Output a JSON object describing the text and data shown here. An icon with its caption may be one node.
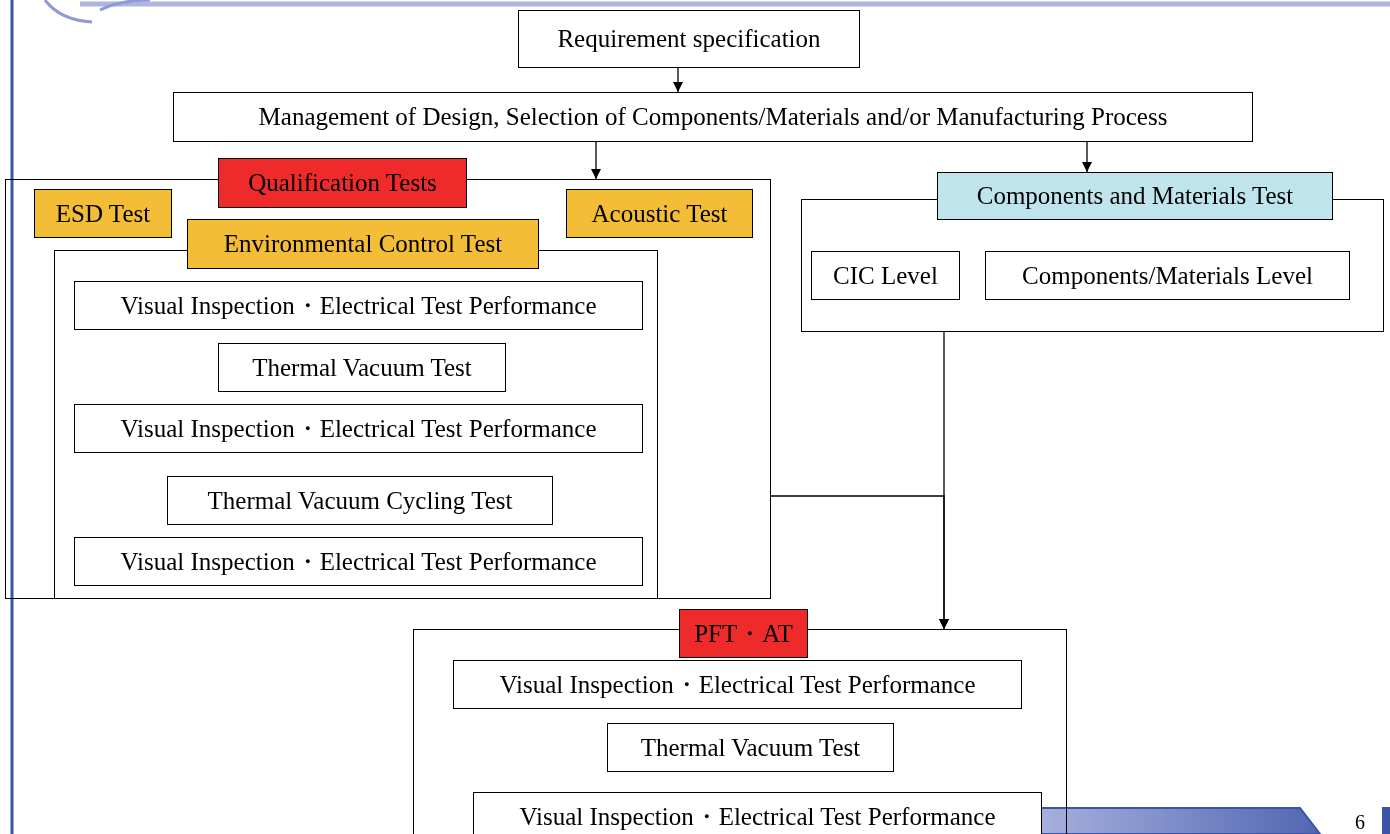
{
  "diagram": {
    "nodes": [
      {
        "text": [
          "Requirement specification"
        ]
      },
      {
        "text": [
          "Management of Design, Selection of Components/Materials and/or Manufacturing Process"
        ]
      },
      {
        "text": [
          "Qualification Tests"
        ]
      },
      {
        "text": [
          "ESD Test"
        ],
        "in": 2
      },
      {
        "text": [
          "Acoustic Test"
        ],
        "in": 2
      },
      {
        "text": [
          "Environmental Control Test"
        ],
        "in": 2
      },
      {
        "text": [
          "Visual Inspection・Electrical Test Performance"
        ],
        "in": 5
      },
      {
        "text": [
          "Thermal Vacuum Test"
        ],
        "in": 5
      },
      {
        "text": [
          "Visual Inspection・Electrical Test Performance"
        ],
        "in": 5
      },
      {
        "text": [
          "Thermal Vacuum Cycling Test"
        ],
        "in": 5
      },
      {
        "text": [
          "Visual Inspection・Electrical Test Performance"
        ],
        "in": 5
      },
      {
        "text": [
          "Components and Materials Test"
        ]
      },
      {
        "text": [
          "CIC Level"
        ],
        "in": 11
      },
      {
        "text": [
          "Components/Materials Level"
        ],
        "in": 11
      },
      {
        "text": [
          "PFT・AT"
        ]
      },
      {
        "text": [
          "Visual Inspection・Electrical Test Performance"
        ],
        "in": 14
      },
      {
        "text": [
          "Thermal Vacuum Test"
        ],
        "in": 14
      },
      {
        "text": [
          "Visual Inspection・Electrical Test Performance"
        ],
        "in": 14
      }
    ],
    "edges": [
      {
        "from": 0,
        "to": 1,
        "arrow": "to"
      },
      {
        "from": 1,
        "to": 2,
        "arrow": "to"
      },
      {
        "from": 1,
        "to": 11,
        "arrow": "to"
      },
      {
        "from": 11,
        "to": 14,
        "arrow": "to"
      },
      {
        "from": 2,
        "to": 14,
        "arrow": "to"
      }
    ],
    "labels": [
      "6"
    ]
  }
}
